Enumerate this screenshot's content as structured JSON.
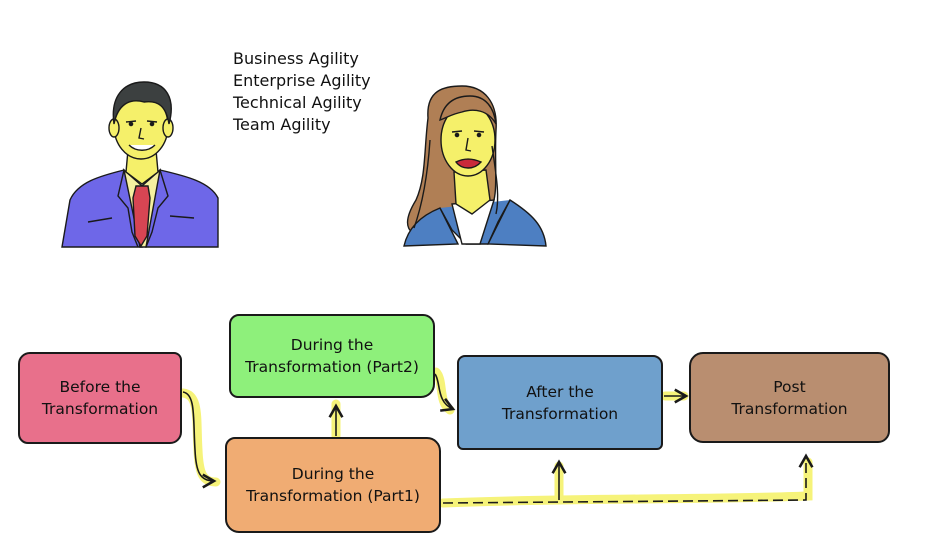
{
  "agility_types": [
    "Business Agility",
    "Enterprise Agility",
    "Technical Agility",
    "Team Agility"
  ],
  "stages": {
    "before": {
      "line1": "Before the",
      "line2": "Transformation"
    },
    "during_part2": {
      "line1": "During the",
      "line2": "Transformation (Part2)"
    },
    "during_part1": {
      "line1": "During the",
      "line2": "Transformation (Part1)"
    },
    "after": {
      "line1": "After the",
      "line2": "Transformation"
    },
    "post": {
      "line1": "Post",
      "line2": "Transformation"
    }
  },
  "colors": {
    "before": "#e8708b",
    "during_part2": "#8ef07b",
    "during_part1": "#f0ac73",
    "after": "#6fa0cc",
    "post": "#b98e70",
    "connector_highlight": "#f6f37a"
  },
  "icons": [
    "businessman-illustration",
    "businesswoman-illustration"
  ]
}
